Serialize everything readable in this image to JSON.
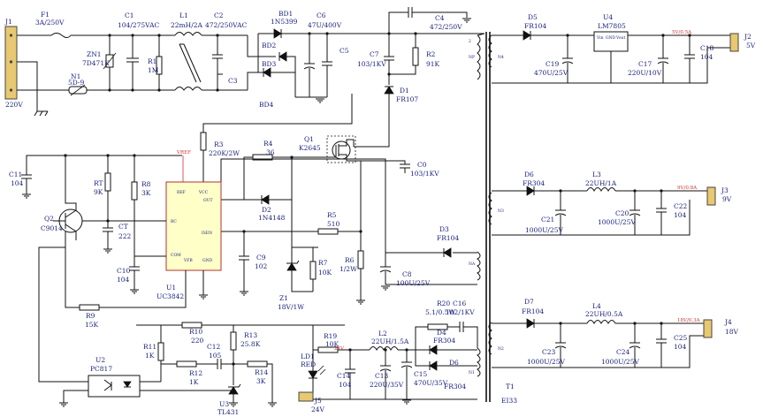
{
  "connectors": {
    "j1": {
      "ref": "J1",
      "value": "220V"
    },
    "j2": {
      "ref": "J2",
      "value": "5V"
    },
    "j3": {
      "ref": "J3",
      "value": "9V"
    },
    "j4": {
      "ref": "J4",
      "value": "18V"
    },
    "j5": {
      "ref": "J5",
      "value": "24V"
    }
  },
  "input": {
    "f1": {
      "ref": "F1",
      "value": "3A/250V"
    },
    "c1": {
      "ref": "C1",
      "value": "104/275VAC"
    },
    "zn1": {
      "ref": "ZN1",
      "value": "7D471K"
    },
    "r1": {
      "ref": "R1",
      "value": "1M"
    },
    "n1": {
      "ref": "N1",
      "value": "5D-9"
    },
    "l1": {
      "ref": "L1",
      "value": "22mH/2A"
    },
    "c2": {
      "ref": "C2",
      "value": "472/250VAC"
    },
    "c3": {
      "ref": "C3"
    },
    "bd1": {
      "ref": "BD1",
      "value": "1N5399"
    },
    "bd2": {
      "ref": "BD2"
    },
    "bd3": {
      "ref": "BD3"
    },
    "bd4": {
      "ref": "BD4"
    },
    "c6": {
      "ref": "C6",
      "value": "47U/400V"
    },
    "c5": {
      "ref": "C5"
    },
    "c4": {
      "ref": "C4",
      "value": "472/250V"
    },
    "c7": {
      "ref": "C7",
      "value": "103/1KV"
    },
    "r2": {
      "ref": "R2",
      "value": "91K"
    },
    "d1": {
      "ref": "D1",
      "value": "FR107"
    }
  },
  "control": {
    "r3": {
      "ref": "R3",
      "value": "220K/2W"
    },
    "r4": {
      "ref": "R4",
      "value": "36"
    },
    "q1": {
      "ref": "Q1",
      "value": "K2645"
    },
    "c0": {
      "ref": "C0",
      "value": "103/1KV"
    },
    "c11": {
      "ref": "C11",
      "value": "104"
    },
    "rt": {
      "ref": "RT",
      "value": "9K"
    },
    "r8": {
      "ref": "R8",
      "value": "3K"
    },
    "ct": {
      "ref": "CT",
      "value": "222"
    },
    "q2": {
      "ref": "Q2",
      "value": "C9014"
    },
    "c10": {
      "ref": "C10",
      "value": "104"
    },
    "u1": {
      "ref": "U1",
      "value": "UC3842"
    },
    "u1_pins": [
      "REF",
      "VCC",
      "OUT",
      "RC",
      "ISEN",
      "COM",
      "VFB",
      "GND"
    ],
    "vref": "VREF",
    "d2": {
      "ref": "D2",
      "value": "1N4148"
    },
    "r5": {
      "ref": "R5",
      "value": "510"
    },
    "c9": {
      "ref": "C9",
      "value": "102"
    },
    "r7": {
      "ref": "R7",
      "value": "10K"
    },
    "r6": {
      "ref": "R6",
      "value": "1/2W"
    },
    "z1": {
      "ref": "Z1",
      "value": "18V/1W"
    },
    "d3": {
      "ref": "D3",
      "value": "FR104"
    },
    "c8": {
      "ref": "C8",
      "value": "100U/25V"
    },
    "r9": {
      "ref": "R9",
      "value": "15K"
    }
  },
  "feedback": {
    "r10": {
      "ref": "R10",
      "value": "220"
    },
    "r11": {
      "ref": "R11",
      "value": "1K"
    },
    "r12": {
      "ref": "R12",
      "value": "1K"
    },
    "c12": {
      "ref": "C12",
      "value": "105"
    },
    "r13": {
      "ref": "R13",
      "value": "25.8K"
    },
    "r14": {
      "ref": "R14",
      "value": "3K"
    },
    "u2": {
      "ref": "U2",
      "value": "PC817"
    },
    "u3": {
      "ref": "U3",
      "value": "TL431"
    },
    "ld1": {
      "ref": "LD1",
      "value": "RED"
    },
    "r19": {
      "ref": "R19",
      "value": "10K"
    },
    "r20": {
      "ref": "R20",
      "value": "5.1/0.5W"
    },
    "c16": {
      "ref": "C16",
      "value": "102/1KV"
    },
    "l2": {
      "ref": "L2",
      "value": "22UH/1.5A"
    },
    "c14": {
      "ref": "C14",
      "value": "104"
    },
    "c13": {
      "ref": "C13",
      "value": "220U/35V"
    },
    "c15": {
      "ref": "C15",
      "value": "470U/35V"
    },
    "d4": {
      "ref": "D4",
      "value": "FR304"
    },
    "d6": {
      "ref": "D6",
      "value": "FR304"
    },
    "net24": "24V"
  },
  "outputs": {
    "d5": {
      "ref": "D5",
      "value": "FR104"
    },
    "u4": {
      "ref": "U4",
      "value": "LM7805"
    },
    "u4_pins": [
      "Vin",
      "GND",
      "Vout"
    ],
    "c19": {
      "ref": "C19",
      "value": "470U/25V"
    },
    "c17": {
      "ref": "C17",
      "value": "220U/10V"
    },
    "c18": {
      "ref": "C18",
      "value": "104"
    },
    "net5": "5V/0.5A",
    "d6b": {
      "ref": "D6",
      "value": "FR304"
    },
    "l3": {
      "ref": "L3",
      "value": "22UH/1A"
    },
    "c21": {
      "ref": "C21",
      "value": "1000U/25V"
    },
    "c20": {
      "ref": "C20",
      "value": "1000U/25V"
    },
    "c22": {
      "ref": "C22",
      "value": "104"
    },
    "net9": "9V/0.8A",
    "d7": {
      "ref": "D7",
      "value": "FR104"
    },
    "l4": {
      "ref": "L4",
      "value": "22UH/0.5A"
    },
    "c23": {
      "ref": "C23",
      "value": "1000U/25V"
    },
    "c24": {
      "ref": "C24",
      "value": "1000U/25V"
    },
    "c25": {
      "ref": "C25",
      "value": "104"
    },
    "net18": "18V/0.3A"
  },
  "transformer": {
    "ref": "T1",
    "value": "EI33"
  }
}
